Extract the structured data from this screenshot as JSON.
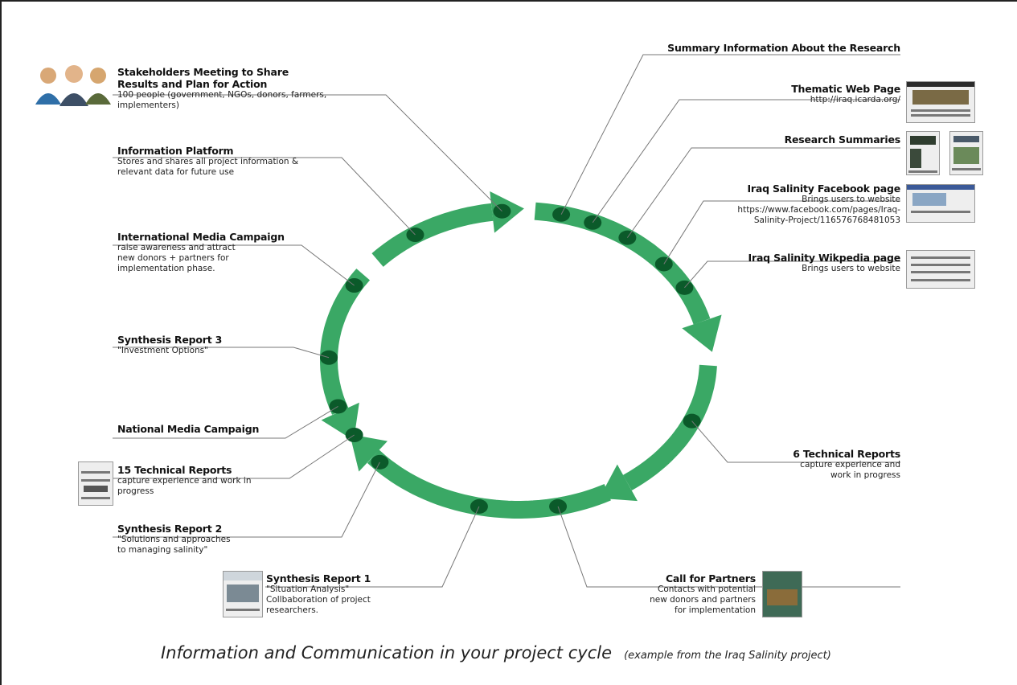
{
  "colors": {
    "arrow": "#3aa865",
    "node": "#0b5a2a",
    "line": "#777777"
  },
  "left_items": [
    {
      "title_lines": [
        "Stakeholders Meeting to Share",
        "Results and Plan for Action"
      ],
      "desc_lines": [
        "100 people (government, NGOs, donors, farmers,",
        "implementers)"
      ],
      "icon": "people-icon"
    },
    {
      "title_lines": [
        "Information Platform"
      ],
      "desc_lines": [
        "Stores and shares all project information &",
        "relevant data for future use"
      ]
    },
    {
      "title_lines": [
        "International Media Campaign"
      ],
      "desc_lines": [
        "raise awareness and attract",
        "new donors + partners for",
        "implementation phase."
      ]
    },
    {
      "title_lines": [
        "Synthesis Report 3"
      ],
      "desc_lines": [
        "\"Investment Options\""
      ]
    },
    {
      "title_lines": [
        "National Media Campaign"
      ],
      "desc_lines": []
    },
    {
      "title_lines": [
        "15 Technical Reports"
      ],
      "desc_lines": [
        "capture experience and work in",
        "progress"
      ],
      "icon": "report-thumbnail-icon"
    },
    {
      "title_lines": [
        "Synthesis Report 2"
      ],
      "desc_lines": [
        "\"Solutions and approaches",
        "to managing salinity\""
      ]
    },
    {
      "title_lines": [
        "Synthesis Report 1"
      ],
      "desc_lines": [
        "\"Situation Analysis\"",
        "Collbaboration of project",
        "researchers."
      ],
      "icon": "report-cover-icon"
    }
  ],
  "right_items": [
    {
      "title_lines": [
        "Summary Information About the Research"
      ],
      "desc_lines": []
    },
    {
      "title_lines": [
        "Thematic Web Page"
      ],
      "desc_lines": [
        "http://iraq.icarda.org/"
      ],
      "icon": "webpage-screenshot-icon"
    },
    {
      "title_lines": [
        "Research Summaries"
      ],
      "desc_lines": [],
      "icon": "summary-thumbnails-icon"
    },
    {
      "title_lines": [
        "Iraq Salinity Facebook page"
      ],
      "desc_lines": [
        "Brings users to website",
        "https://www.facebook.com/pages/Iraq-",
        "Salinity-Project/116576768481053"
      ],
      "icon": "facebook-screenshot-icon"
    },
    {
      "title_lines": [
        "Iraq Salinity Wikpedia page"
      ],
      "desc_lines": [
        "Brings users to website"
      ],
      "icon": "wikipedia-screenshot-icon"
    },
    {
      "title_lines": [
        "6 Technical Reports"
      ],
      "desc_lines": [
        "capture experience and",
        "work in progress"
      ]
    },
    {
      "title_lines": [
        "Call for Partners"
      ],
      "desc_lines": [
        "Contacts with potential",
        "new donors and partners",
        "for implementation"
      ],
      "icon": "call-for-partners-cover-icon"
    }
  ],
  "caption": {
    "main": "Information and Communication in your project cycle",
    "sub": "(example from the Iraq Salinity project)"
  }
}
